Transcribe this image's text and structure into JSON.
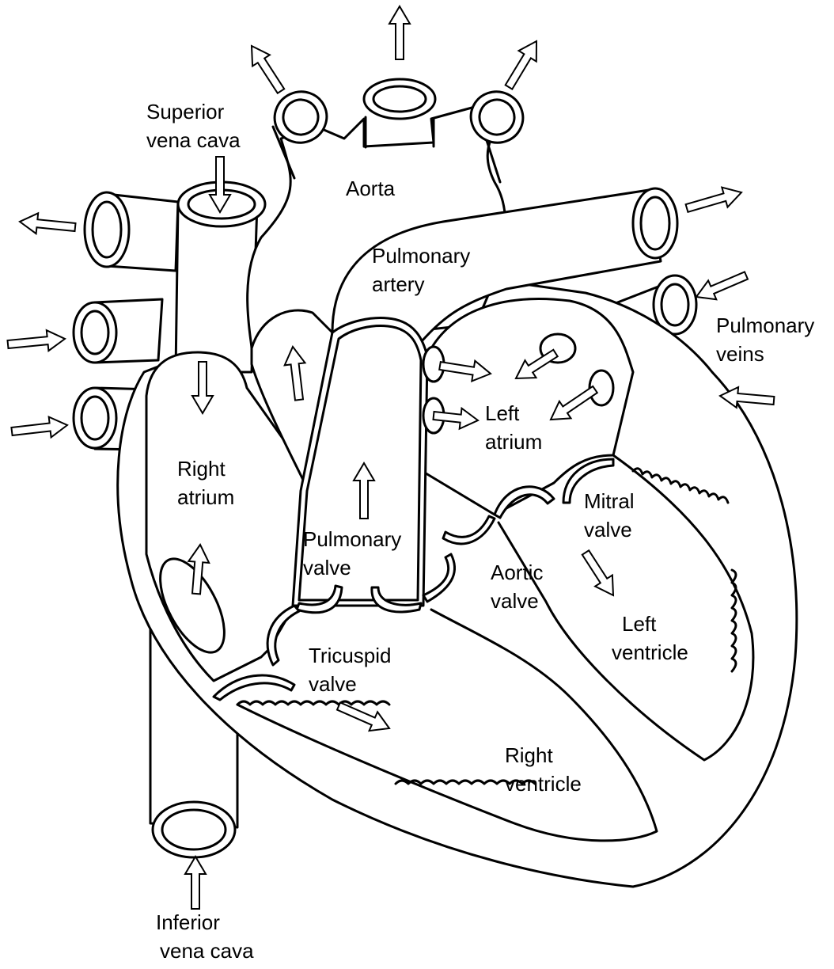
{
  "diagram": {
    "stroke_color": "#000000",
    "background": "#ffffff",
    "labels": {
      "superior_vena_cava": [
        "Superior",
        "vena cava"
      ],
      "aorta": [
        "Aorta"
      ],
      "pulmonary_artery": [
        "Pulmonary",
        "artery"
      ],
      "pulmonary_veins": [
        "Pulmonary",
        "veins"
      ],
      "left_atrium": [
        "Left",
        "atrium"
      ],
      "right_atrium": [
        "Right",
        "atrium"
      ],
      "mitral_valve": [
        "Mitral",
        "valve"
      ],
      "pulmonary_valve": [
        "Pulmonary",
        "valve"
      ],
      "aortic_valve": [
        "Aortic",
        "valve"
      ],
      "left_ventricle": [
        "Left",
        "ventricle"
      ],
      "tricuspid_valve": [
        "Tricuspid",
        "valve"
      ],
      "right_ventricle": [
        "Right",
        "ventricle"
      ],
      "inferior_vena_cava": [
        "Inferior",
        "vena cava"
      ]
    },
    "arrows": [
      "arrow-up-top",
      "arrow-up-left",
      "arrow-up-right",
      "arrow-svc-down",
      "arrow-out-left",
      "arrow-in-left-1",
      "arrow-in-left-2",
      "arrow-out-right",
      "arrow-in-right-1",
      "arrow-in-right-2",
      "arrow-ra-down",
      "arrow-aorta-up",
      "arrow-pulm-up",
      "arrow-ra-up",
      "arrow-la-1",
      "arrow-la-2",
      "arrow-la-3",
      "arrow-la-4",
      "arrow-mitral",
      "arrow-tricuspid",
      "arrow-ivc-up"
    ]
  }
}
